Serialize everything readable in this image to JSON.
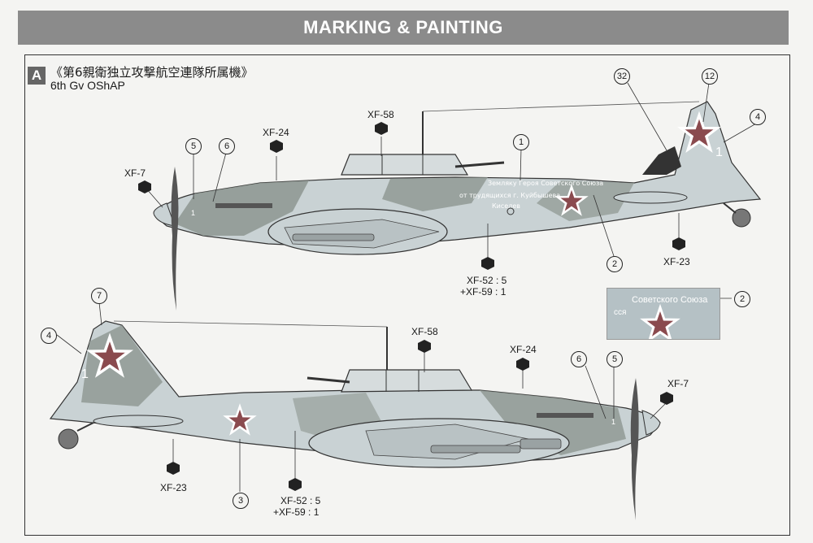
{
  "header": {
    "title": "MARKING & PAINTING"
  },
  "section": {
    "letter": "A",
    "title_jp": "《第6親衛独立攻撃航空連隊所属機》",
    "title_en": "6th Gv OShAP"
  },
  "inset": {
    "text1": "Советского Союза",
    "text2": "сся"
  },
  "paints": {
    "xf58": "XF-58",
    "xf24": "XF-24",
    "xf7": "XF-7",
    "xf23": "XF-23",
    "xf52": "XF-52 : 5",
    "xf59": "+XF-59 : 1"
  },
  "refs": {
    "r1": "1",
    "r2": "2",
    "r3": "3",
    "r4": "4",
    "r5": "5",
    "r6": "6",
    "r7": "7",
    "r12": "12",
    "r32": "32"
  },
  "colors": {
    "header": "#8b8b8b",
    "camo_light": "#c9d2d4",
    "camo_dark": "#8d9690",
    "star_red": "#8a4a4e"
  }
}
